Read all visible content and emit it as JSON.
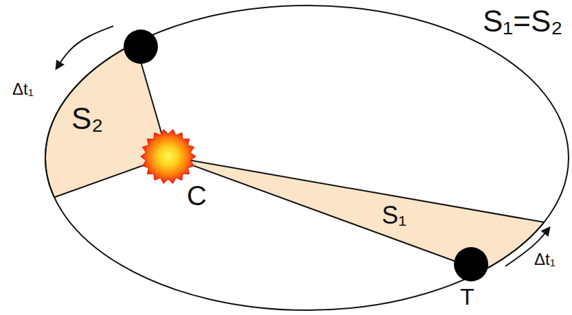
{
  "diagram": {
    "labels": [
      "S₁=S₂",
      "Δt₁",
      "S₂",
      "C",
      "S₁",
      "Δt₁",
      "T"
    ]
  }
}
